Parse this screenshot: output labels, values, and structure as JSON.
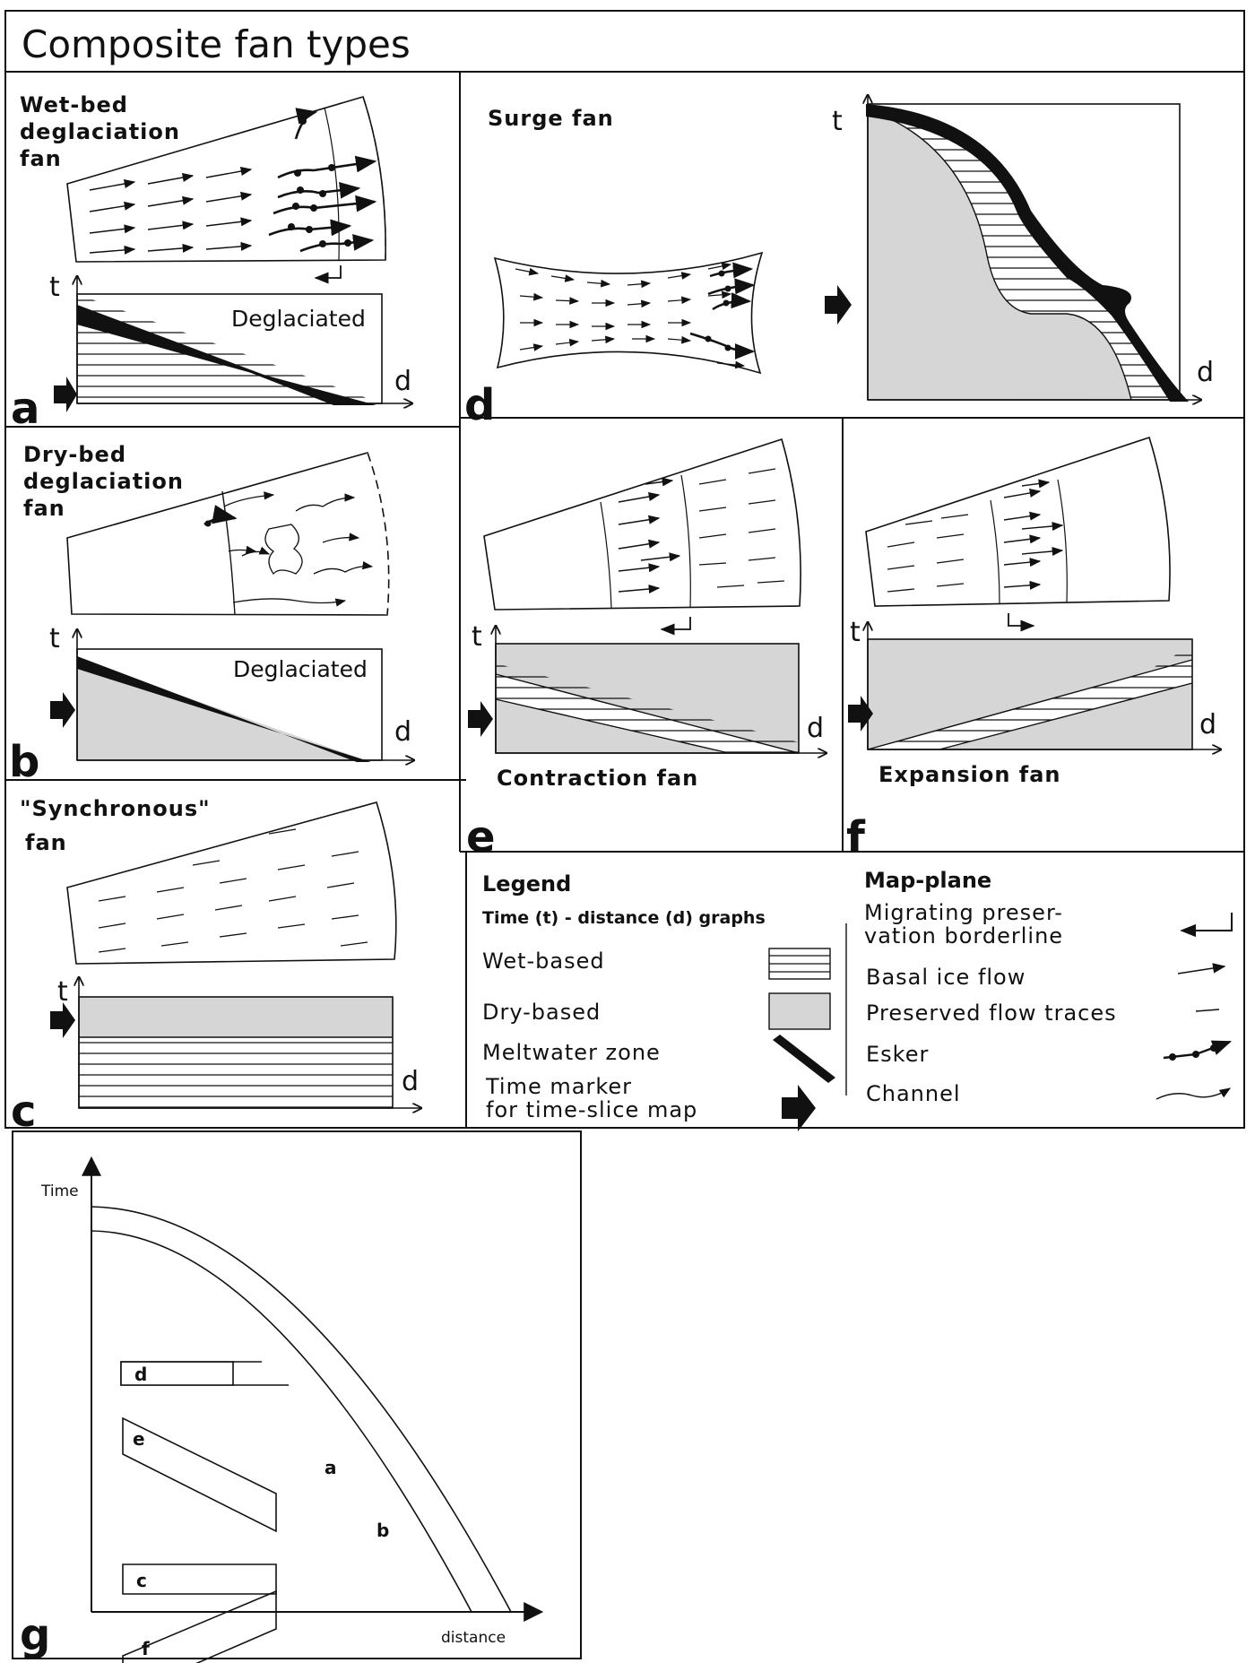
{
  "title": "Composite fan types",
  "panels": {
    "a": {
      "letter": "a",
      "name_lines": [
        "Wet-bed",
        "deglaciation",
        "fan"
      ],
      "graph_label": "Deglaciated"
    },
    "b": {
      "letter": "b",
      "name_lines": [
        "Dry-bed",
        "deglaciation",
        "fan"
      ],
      "graph_label": "Deglaciated"
    },
    "c": {
      "letter": "c",
      "name_lines": [
        "\"Synchronous\"",
        "fan"
      ]
    },
    "d": {
      "letter": "d",
      "name": "Surge fan"
    },
    "e": {
      "letter": "e",
      "name": "Contraction fan"
    },
    "f": {
      "letter": "f",
      "name": "Expansion fan"
    },
    "g": {
      "letter": "g",
      "y_axis": "Time",
      "x_axis": "distance",
      "labels": [
        "d",
        "e",
        "c",
        "f",
        "a",
        "b"
      ]
    }
  },
  "axes": {
    "t": "t",
    "d": "d"
  },
  "legend": {
    "title": "Legend",
    "subtitle": "Time (t) - distance (d) graphs",
    "items": [
      "Wet-based",
      "Dry-based",
      "Meltwater zone"
    ],
    "time_marker_lines": [
      "Time marker",
      "for time-slice map"
    ],
    "map_plane_title": "Map-plane",
    "map_items_migrating": [
      "Migrating preser-",
      "vation borderline"
    ],
    "map_items": [
      "Basal ice flow",
      "Preserved flow traces",
      "Esker",
      "Channel"
    ]
  },
  "colors": {
    "ink": "#111111",
    "dry_fill": "#d6d6d6",
    "paper": "#ffffff"
  }
}
